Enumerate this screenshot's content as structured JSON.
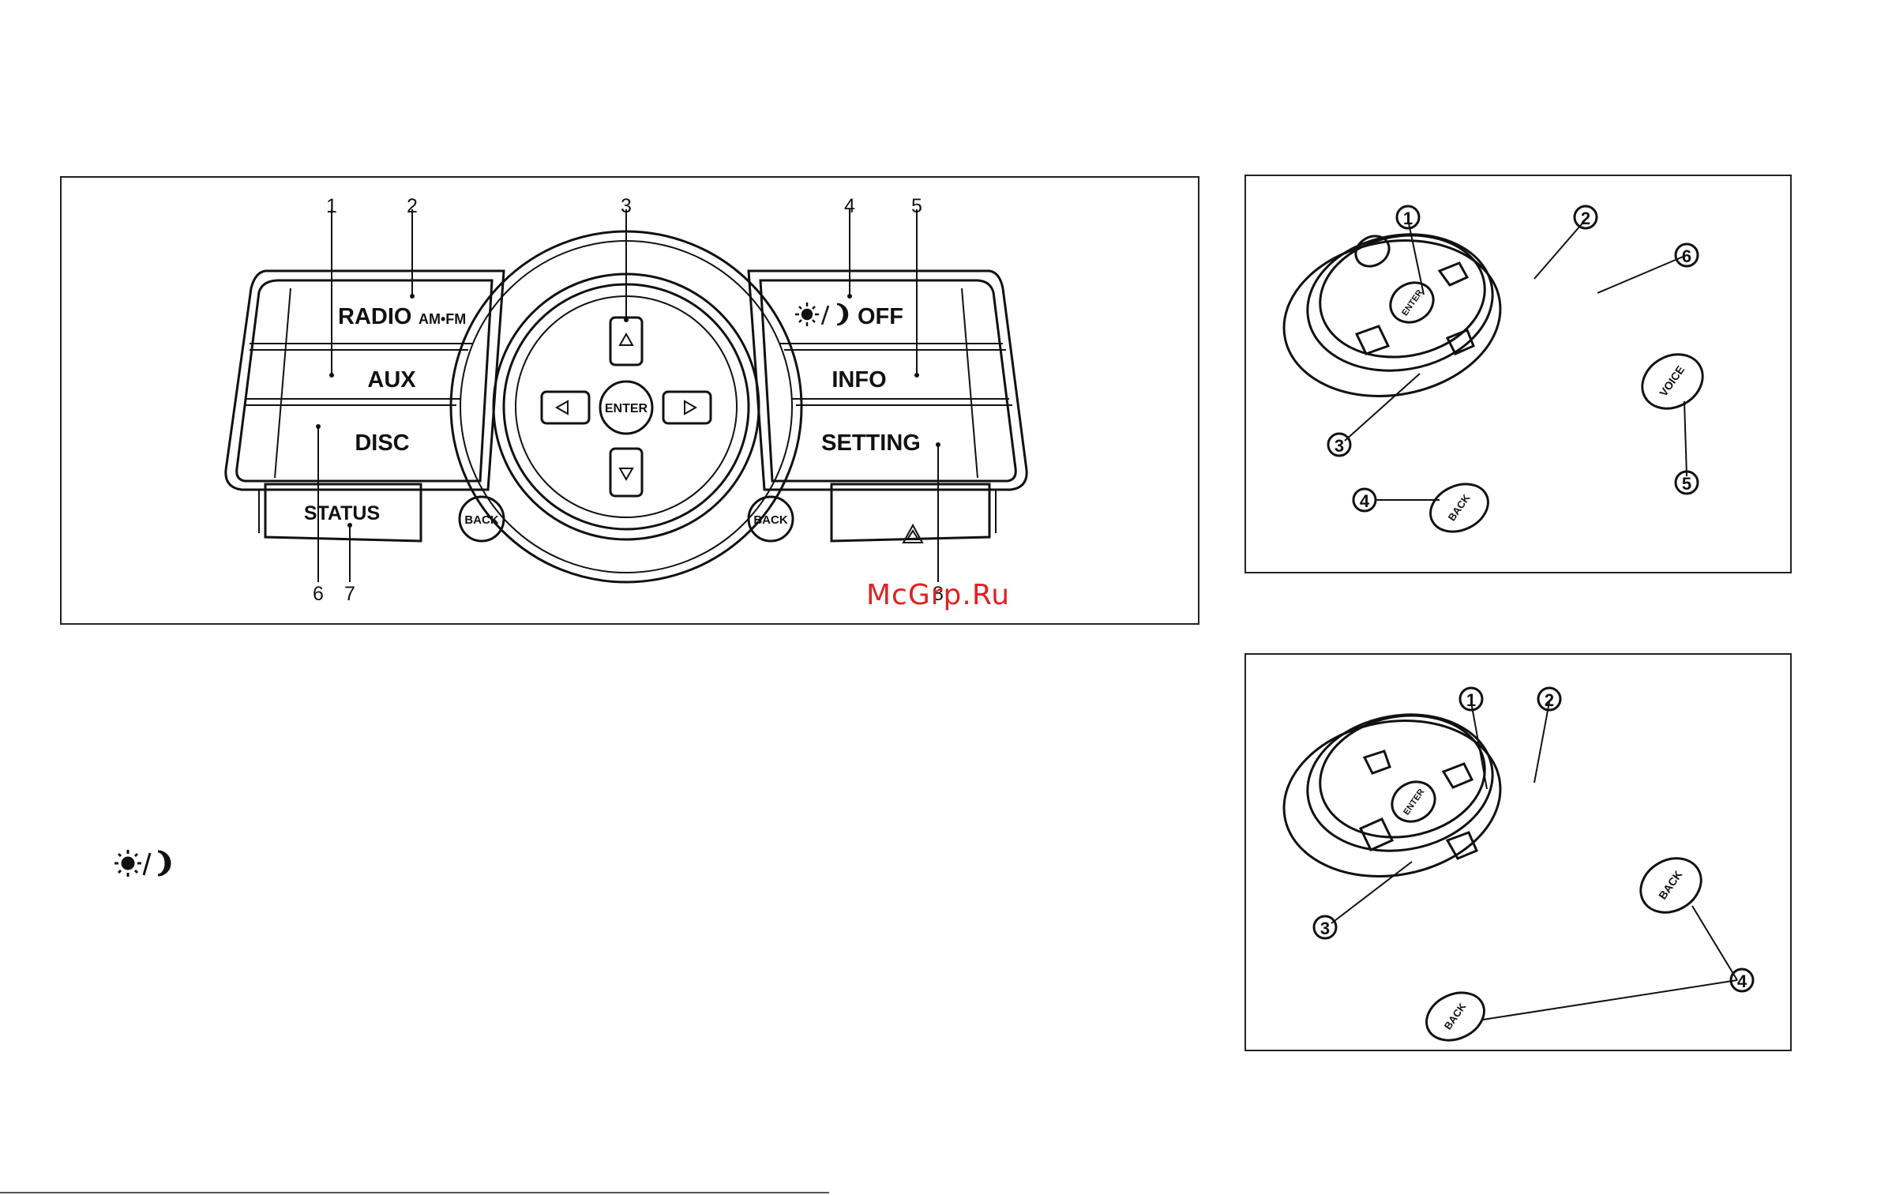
{
  "main_panel": {
    "callouts": [
      "1",
      "2",
      "3",
      "4",
      "5",
      "6",
      "7",
      "8"
    ],
    "buttons": {
      "radio": "RADIO",
      "radio_bands": "AM•FM",
      "aux": "AUX",
      "disc": "DISC",
      "off": "OFF",
      "info": "INFO",
      "setting": "SETTING",
      "status": "STATUS",
      "back": "BACK",
      "enter": "ENTER",
      "up": "△",
      "down": "▽",
      "left": "◁",
      "right": "▷",
      "hazard": "⚠"
    }
  },
  "steering_top": {
    "callouts": [
      "1",
      "2",
      "3",
      "4",
      "5",
      "6"
    ],
    "labels": {
      "enter": "ENTER",
      "back": "BACK",
      "voice": "VOICE"
    }
  },
  "steering_bottom": {
    "callouts": [
      "1",
      "2",
      "3",
      "4"
    ],
    "labels": {
      "enter": "ENTER",
      "back": "BACK",
      "back2": "BACK"
    }
  },
  "watermark": "McGrp.Ru",
  "icons": [
    "brightness-day-night-icon",
    "hazard-icon",
    "arrow-up-icon",
    "arrow-down-icon",
    "arrow-left-icon",
    "arrow-right-icon"
  ]
}
